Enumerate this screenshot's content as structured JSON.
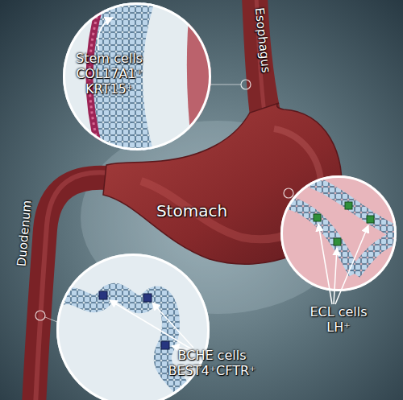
{
  "diagram": {
    "nodes": [
      {
        "text": [
          "Stem cells",
          "COL17A1⁺ KRT15⁺"
        ]
      },
      {
        "text": [
          "ECL cells",
          "LH⁺"
        ]
      },
      {
        "text": [
          "BCHE cells",
          "BEST4⁺CFTR⁺"
        ]
      }
    ],
    "labels": [
      "Esophagus",
      "Stomach",
      "Duodenum"
    ]
  }
}
